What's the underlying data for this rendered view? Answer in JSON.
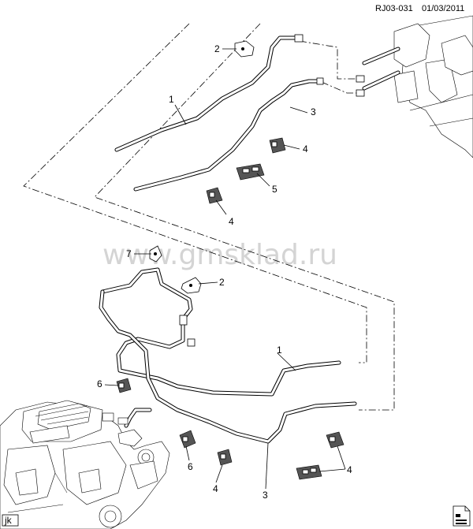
{
  "header": {
    "ref_code": "RJ03-031",
    "date": "01/03/2011"
  },
  "watermark": "www.gmsklad.ru",
  "footer": {
    "artist_tag": "jk"
  },
  "callouts": {
    "upper": [
      {
        "label": "2"
      },
      {
        "label": "1"
      },
      {
        "label": "3"
      },
      {
        "label": "4"
      },
      {
        "label": "5"
      },
      {
        "label": "4"
      }
    ],
    "lower": [
      {
        "label": "7"
      },
      {
        "label": "2"
      },
      {
        "label": "1"
      },
      {
        "label": "6"
      },
      {
        "label": "6"
      },
      {
        "label": "4"
      },
      {
        "label": "3"
      },
      {
        "label": "4"
      }
    ]
  }
}
